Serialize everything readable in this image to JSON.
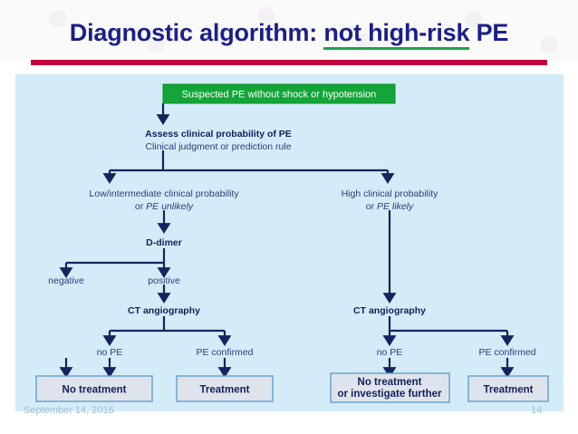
{
  "slide": {
    "title_plain": "Diagnostic algorithm: ",
    "title_underlined": "not high-risk",
    "title_tail": " PE",
    "accent_rule_color": "#c3003f",
    "title_color": "#1b1f8a",
    "underline_color": "#1aa34a",
    "panel_bg": "#d4ecf8"
  },
  "footer": {
    "date": "September 14, 2016",
    "page_number": "14"
  },
  "chart_data": {
    "type": "diagram",
    "title": "Diagnostic algorithm: not high-risk PE",
    "nodes": [
      {
        "id": "start",
        "label": "Suspected PE without shock or hypotension",
        "style": "green-box"
      },
      {
        "id": "assess",
        "label": "Assess clinical probability of PE",
        "style": "bold-text"
      },
      {
        "id": "assess_sub",
        "label": "Clinical judgment or prediction rule",
        "style": "plain-text"
      },
      {
        "id": "low_l1",
        "label": "Low/intermediate clinical probability",
        "style": "plain-text"
      },
      {
        "id": "low_l2",
        "label": "or ",
        "style": "plain-text"
      },
      {
        "id": "low_l2_ital",
        "label": "PE unlikely",
        "style": "italic-text"
      },
      {
        "id": "high_l1",
        "label": "High clinical probability",
        "style": "plain-text"
      },
      {
        "id": "high_l2",
        "label": "or ",
        "style": "plain-text"
      },
      {
        "id": "high_l2_ital",
        "label": "PE likely",
        "style": "italic-text"
      },
      {
        "id": "ddimer",
        "label": "D-dimer",
        "style": "bold-text"
      },
      {
        "id": "negative",
        "label": "negative",
        "style": "plain-text"
      },
      {
        "id": "positive",
        "label": "positive",
        "style": "plain-text"
      },
      {
        "id": "ct_left",
        "label": "CT angiography",
        "style": "bold-text"
      },
      {
        "id": "ct_right",
        "label": "CT angiography",
        "style": "bold-text"
      },
      {
        "id": "no_pe_l",
        "label": "no PE",
        "style": "plain-text"
      },
      {
        "id": "pe_conf_l",
        "label": "PE confirmed",
        "style": "plain-text"
      },
      {
        "id": "no_pe_r",
        "label": "no PE",
        "style": "plain-text"
      },
      {
        "id": "pe_conf_r",
        "label": "PE confirmed",
        "style": "plain-text"
      },
      {
        "id": "out_no_tx",
        "label": "No treatment",
        "style": "grey-box"
      },
      {
        "id": "out_tx_l",
        "label": "Treatment",
        "style": "grey-box"
      },
      {
        "id": "out_no_tx_r_l1",
        "label": "No treatment",
        "style": "grey-box"
      },
      {
        "id": "out_no_tx_r_l2",
        "label": "or investigate further",
        "style": "grey-box"
      },
      {
        "id": "out_tx_r",
        "label": "Treatment",
        "style": "grey-box"
      }
    ],
    "edges": [
      {
        "from": "start",
        "to": "assess"
      },
      {
        "from": "assess",
        "to": "low_l1"
      },
      {
        "from": "assess",
        "to": "high_l1"
      },
      {
        "from": "low_l1",
        "to": "ddimer"
      },
      {
        "from": "ddimer",
        "to": "negative"
      },
      {
        "from": "ddimer",
        "to": "positive"
      },
      {
        "from": "positive",
        "to": "ct_left"
      },
      {
        "from": "high_l1",
        "to": "ct_right"
      },
      {
        "from": "ct_left",
        "to": "no_pe_l"
      },
      {
        "from": "ct_left",
        "to": "pe_conf_l"
      },
      {
        "from": "ct_right",
        "to": "no_pe_r"
      },
      {
        "from": "ct_right",
        "to": "pe_conf_r"
      },
      {
        "from": "negative",
        "to": "out_no_tx"
      },
      {
        "from": "no_pe_l",
        "to": "out_no_tx"
      },
      {
        "from": "pe_conf_l",
        "to": "out_tx_l"
      },
      {
        "from": "no_pe_r",
        "to": "out_no_tx_r_l1"
      },
      {
        "from": "pe_conf_r",
        "to": "out_tx_r"
      }
    ],
    "colors": {
      "start_box_fill": "#13a538",
      "start_box_text": "#ffffff",
      "outcome_box_fill": "#dfe4ec",
      "outcome_box_border": "#5f9fd1",
      "connector": "#17235e",
      "text": "#1b2a6b"
    }
  }
}
